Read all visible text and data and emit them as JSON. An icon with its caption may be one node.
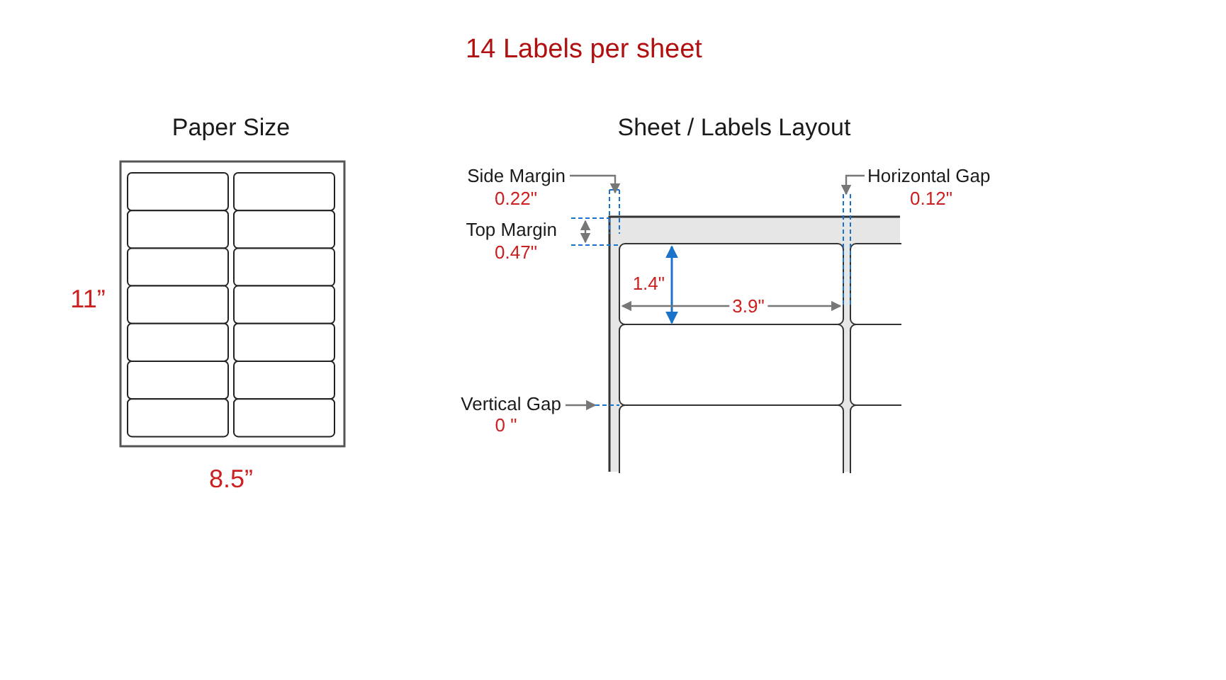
{
  "diagram": {
    "title": "14 Labels per sheet",
    "labels": [
      "Paper Size",
      "Sheet / Labels Layout",
      "Side Margin",
      "0.22\"",
      "Horizontal Gap",
      "0.12\"",
      "Top Margin",
      "0.47\"",
      "11”",
      "1.4\"",
      "3.9\"",
      "Vertical Gap",
      "0 \"",
      "8.5”"
    ]
  }
}
